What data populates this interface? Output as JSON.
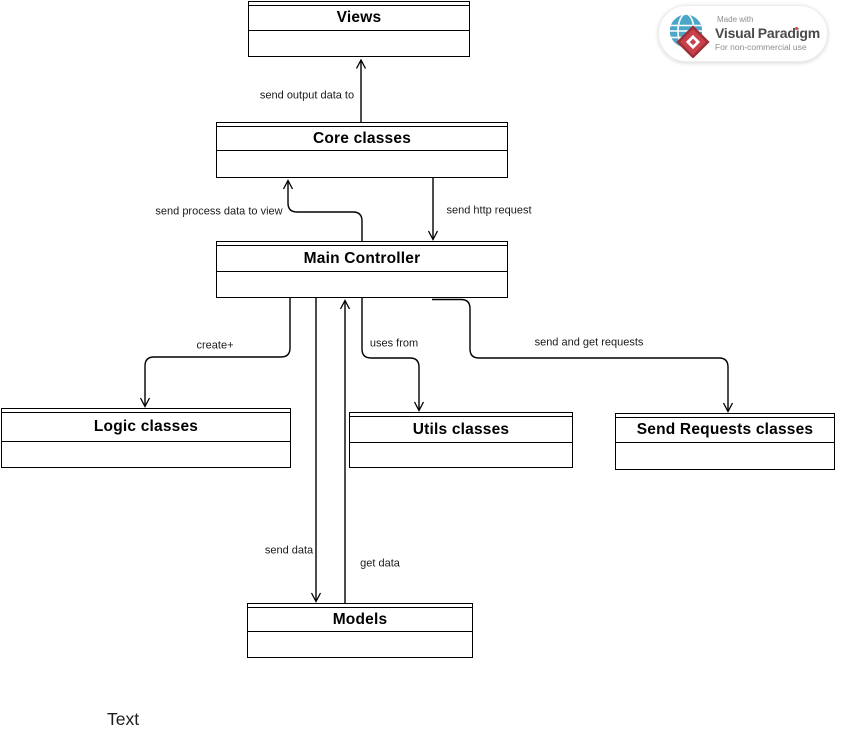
{
  "diagram": {
    "nodes": [
      {
        "id": "views",
        "label": "Views"
      },
      {
        "id": "core-classes",
        "label": "Core classes"
      },
      {
        "id": "main-controller",
        "label": "Main Controller"
      },
      {
        "id": "logic-classes",
        "label": "Logic classes"
      },
      {
        "id": "utils-classes",
        "label": "Utils classes"
      },
      {
        "id": "send-requests-classes",
        "label": "Send Requests classes"
      },
      {
        "id": "models",
        "label": "Models"
      }
    ],
    "edges": [
      {
        "from": "core-classes",
        "to": "views",
        "label": "send output data to"
      },
      {
        "from": "main-controller",
        "to": "core-classes",
        "label": "send process data to view"
      },
      {
        "from": "core-classes",
        "to": "main-controller",
        "label": "send http request"
      },
      {
        "from": "main-controller",
        "to": "logic-classes",
        "label": "create+"
      },
      {
        "from": "main-controller",
        "to": "utils-classes",
        "label": "uses from"
      },
      {
        "from": "main-controller",
        "to": "send-requests-classes",
        "label": "send and get requests"
      },
      {
        "from": "main-controller",
        "to": "models",
        "label": "send data"
      },
      {
        "from": "models",
        "to": "main-controller",
        "label": "get data"
      }
    ]
  },
  "watermark": {
    "made_with": "Made with",
    "brand_first": "Visual",
    "brand_second": "Paradigm",
    "tagline": "For non-commercial use"
  },
  "annotation": "Text",
  "colors": {
    "line": "#000000",
    "box_fill": "#ffffff",
    "background": "#ffffff",
    "logo_globe_blue": "#4BA6C9",
    "logo_diamond_red": "#C8404A",
    "logo_diamond_dark": "#9C2F37",
    "logo_gray_text": "#8E8E8E",
    "logo_brand_text": "#4B4B4D"
  }
}
